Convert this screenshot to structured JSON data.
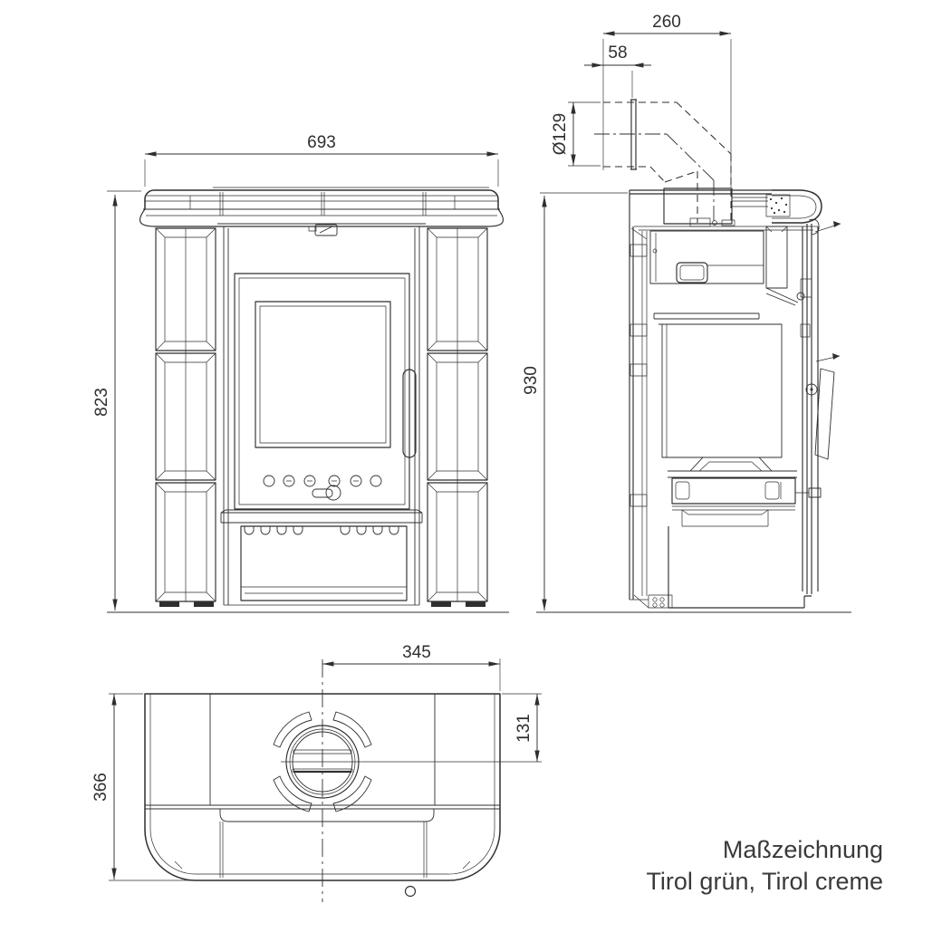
{
  "caption": {
    "line1": "Maßzeichnung",
    "line2": "Tirol grün, Tirol creme"
  },
  "dimensions": {
    "front_width": "693",
    "front_height": "823",
    "side_height": "930",
    "flue_rear_offset": "260",
    "flue_wall_clearance": "58",
    "flue_diameter": "Ø129",
    "top_half_width": "345",
    "flue_center_from_rear": "131",
    "depth": "366"
  },
  "colors": {
    "line": "#2f2f2f",
    "text": "#3a3a3a",
    "background": "#ffffff"
  }
}
